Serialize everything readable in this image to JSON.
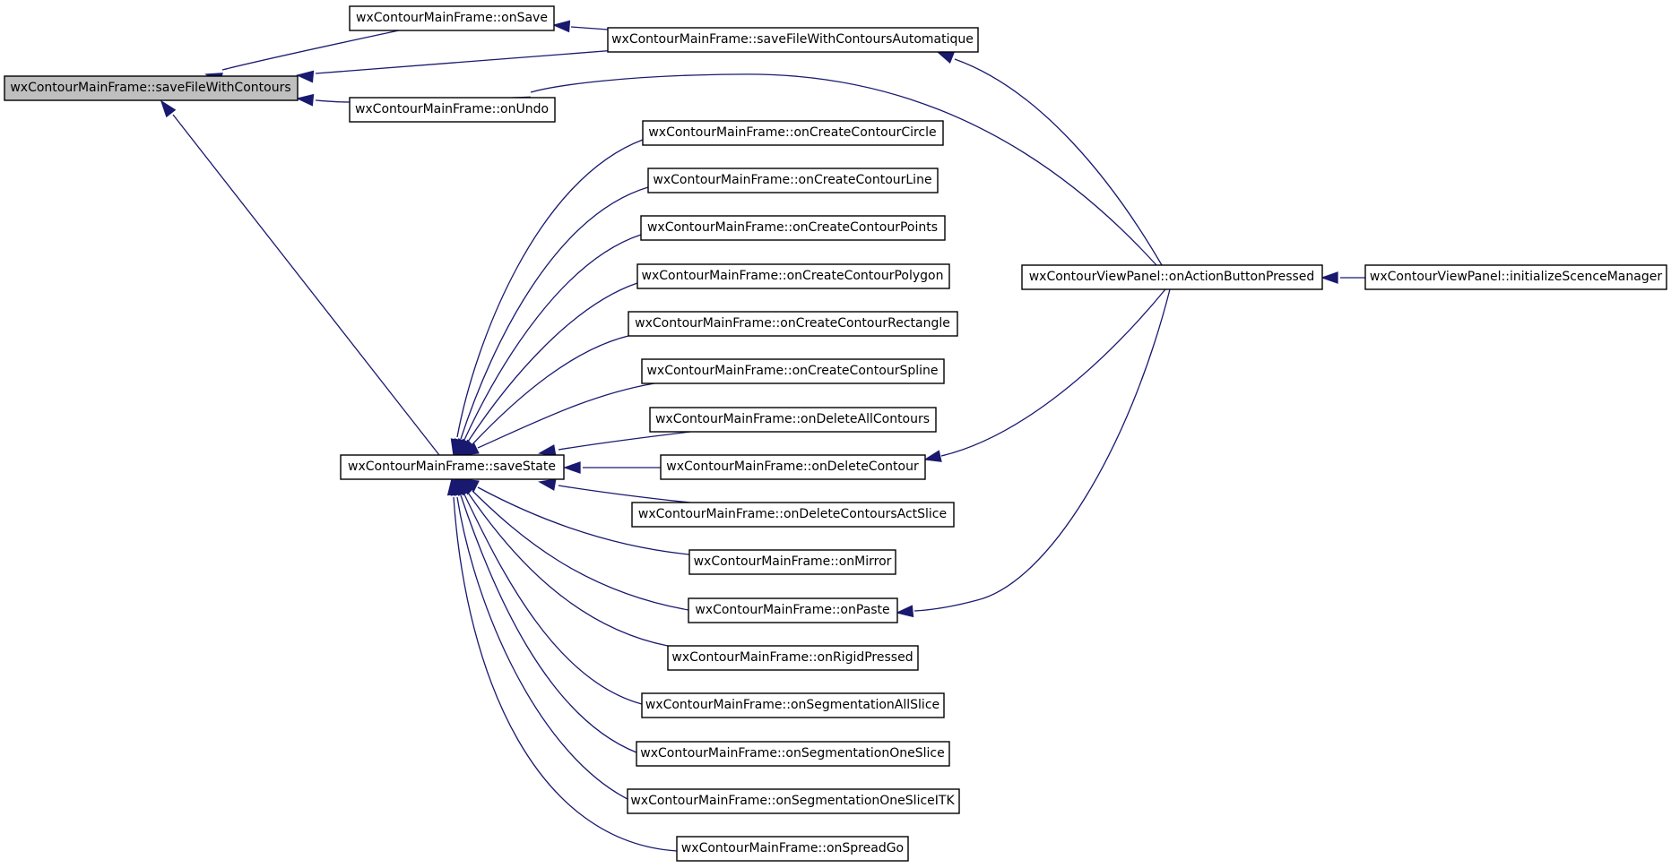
{
  "graph": {
    "edge_color": "#191970",
    "nodes": {
      "root": "wxContourMainFrame::saveFileWithContours",
      "onSave": "wxContourMainFrame::onSave",
      "saveAuto": "wxContourMainFrame::saveFileWithContoursAutomatique",
      "onUndo": "wxContourMainFrame::onUndo",
      "saveState": "wxContourMainFrame::saveState",
      "circle": "wxContourMainFrame::onCreateContourCircle",
      "line": "wxContourMainFrame::onCreateContourLine",
      "points": "wxContourMainFrame::onCreateContourPoints",
      "polygon": "wxContourMainFrame::onCreateContourPolygon",
      "rectangle": "wxContourMainFrame::onCreateContourRectangle",
      "spline": "wxContourMainFrame::onCreateContourSpline",
      "deleteAll": "wxContourMainFrame::onDeleteAllContours",
      "deleteContour": "wxContourMainFrame::onDeleteContour",
      "deleteActSlice": "wxContourMainFrame::onDeleteContoursActSlice",
      "mirror": "wxContourMainFrame::onMirror",
      "paste": "wxContourMainFrame::onPaste",
      "rigid": "wxContourMainFrame::onRigidPressed",
      "segAll": "wxContourMainFrame::onSegmentationAllSlice",
      "segOne": "wxContourMainFrame::onSegmentationOneSlice",
      "segOneITK": "wxContourMainFrame::onSegmentationOneSliceITK",
      "spreadGo": "wxContourMainFrame::onSpreadGo",
      "actionButton": "wxContourViewPanel::onActionButtonPressed",
      "initScene": "wxContourViewPanel::initializeScenceManager"
    }
  }
}
